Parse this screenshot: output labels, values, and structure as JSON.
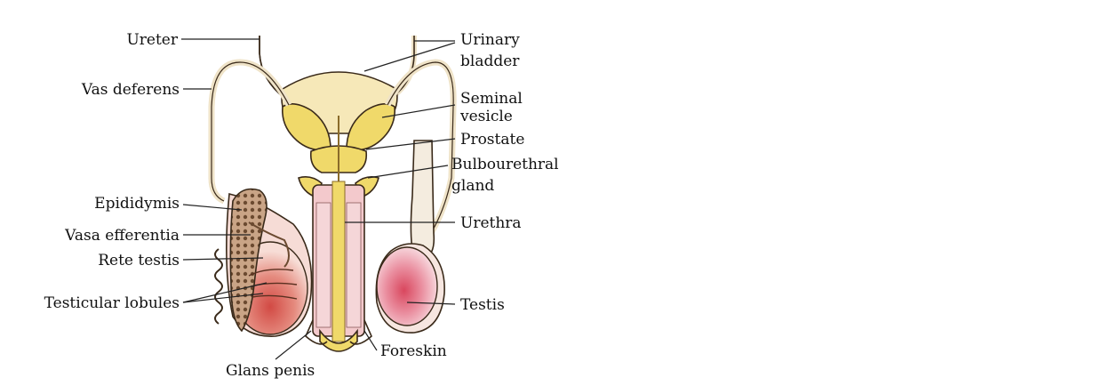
{
  "labels": {
    "ureter": "Ureter",
    "vas_deferens": "Vas deferens",
    "epididymis": "Epididymis",
    "vasa_efferentia": "Vasa efferentia",
    "rete_testis": "Rete testis",
    "testicular_lobules": "Testicular lobules",
    "urinary_bladder_1": "Urinary",
    "urinary_bladder_2": "bladder",
    "seminal_vesicle_1": "Seminal",
    "seminal_vesicle_2": "vesicle",
    "prostate": "Prostate",
    "bulbourethral_1": "Bulbourethral",
    "bulbourethral_2": "gland",
    "urethra": "Urethra",
    "testis": "Testis",
    "foreskin": "Foreskin",
    "glans_penis": "Glans penis"
  },
  "colors": {
    "bladder": "#f6e8b8",
    "gland_yellow": "#f0d96a",
    "penis_pink": "#f3c9cc",
    "testis_red": "#d9605a",
    "testis_pale": "#f6dcd6",
    "epididymis_brown": "#b58f6b",
    "tube_tan": "#efe3c8"
  }
}
